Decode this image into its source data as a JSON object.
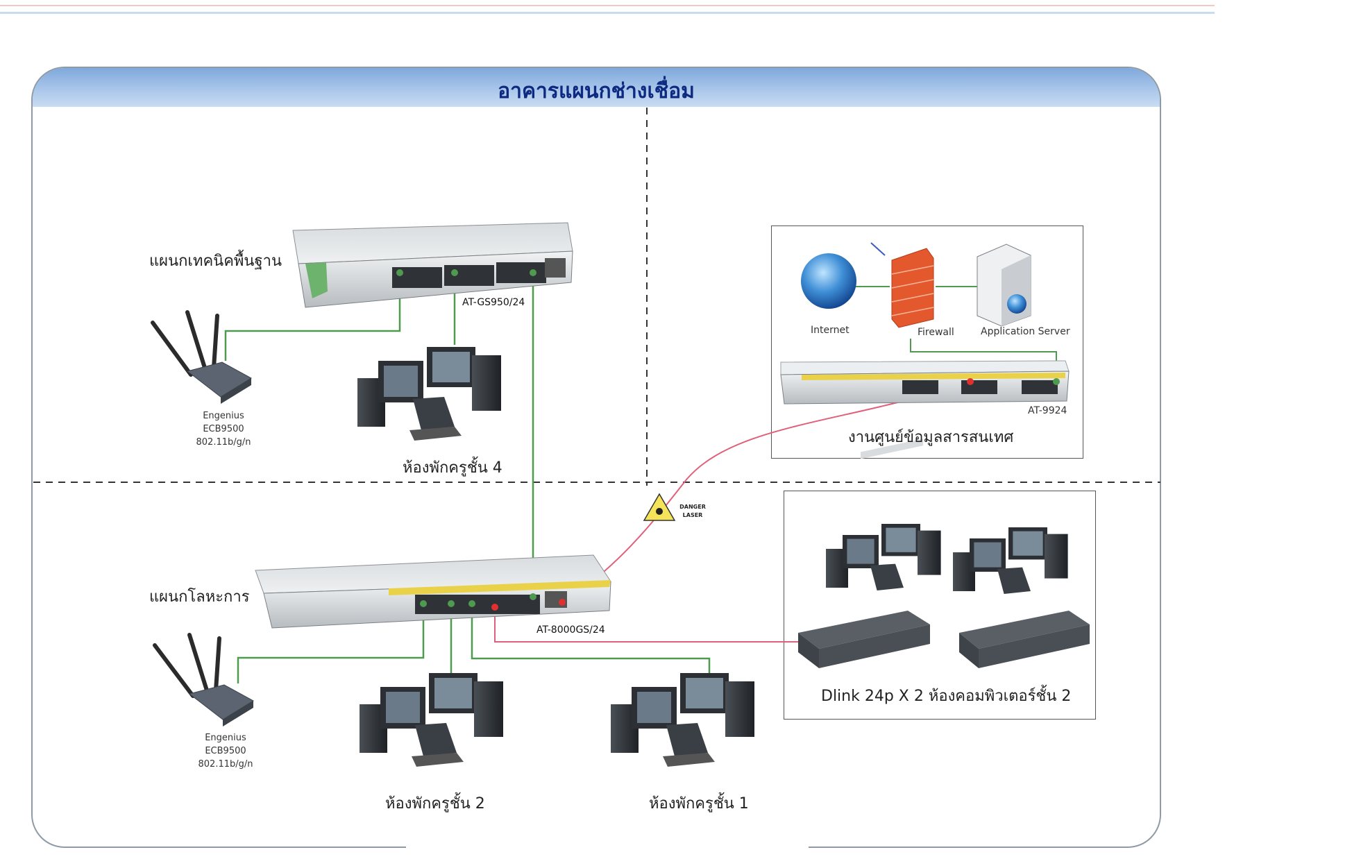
{
  "header": {
    "title": "อาคารแผนกช่างเชื่อม"
  },
  "zones": {
    "top_left_dept": "แผนกเทคนิคพื้นฐาน",
    "bottom_left_dept": "แผนกโลหะการ"
  },
  "switches": {
    "top": "AT-GS950/24",
    "bottom": "AT-8000GS/24",
    "core": "AT-9924"
  },
  "access_points": {
    "top": {
      "line1": "Engenius",
      "line2": "ECB9500",
      "line3": "802.11b/g/n"
    },
    "bottom": {
      "line1": "Engenius",
      "line2": "ECB9500",
      "line3": "802.11b/g/n"
    }
  },
  "rooms": {
    "teacher4": "ห้องพักครูชั้น 4",
    "teacher2": "ห้องพักครูชั้น 2",
    "teacher1": "ห้องพักครูชั้น 1"
  },
  "datacenter": {
    "internet": "Internet",
    "firewall": "Firewall",
    "app_server": "Application Server",
    "title": "งานศูนย์ข้อมูลสารสนเทศ"
  },
  "lab": {
    "title": "Dlink 24p X 2 ห้องคอมพิวเตอร์ชั้น 2"
  },
  "laser_sign": {
    "line1": "DANGER",
    "line2": "LASER"
  },
  "colors": {
    "header_text": "#0d2a80",
    "copper_link": "#4e9a4e",
    "fiber_link": "#e0607a",
    "switch_accent": "#e9d24a"
  }
}
